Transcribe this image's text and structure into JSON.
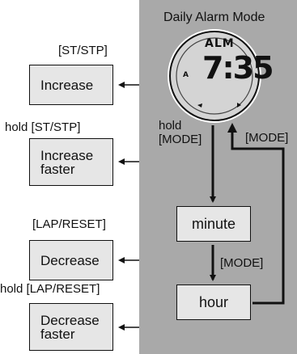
{
  "title": "Daily Alarm Mode",
  "watch": {
    "top_text": "ALM",
    "time": "7:35",
    "left_indicator": "A"
  },
  "left_column": [
    {
      "button_label": "[ST/STP]",
      "action": "Increase"
    },
    {
      "button_label": "hold [ST/STP]",
      "action_lines": [
        "Increase",
        "faster"
      ]
    },
    {
      "button_label": "[LAP/RESET]",
      "action": "Decrease"
    },
    {
      "button_label": "hold [LAP/RESET]",
      "action_lines": [
        "Decrease",
        "faster"
      ]
    }
  ],
  "flow": {
    "hold_mode_lines": [
      "hold",
      "[MODE]"
    ],
    "minute": "minute",
    "mode_label": "[MODE]",
    "hour": "hour",
    "return_label": "[MODE]"
  },
  "colors": {
    "panel": "#a9a9a9",
    "box_fill": "#e6e6e6",
    "outline": "#111111",
    "watch_face": "#d4d4d4"
  }
}
